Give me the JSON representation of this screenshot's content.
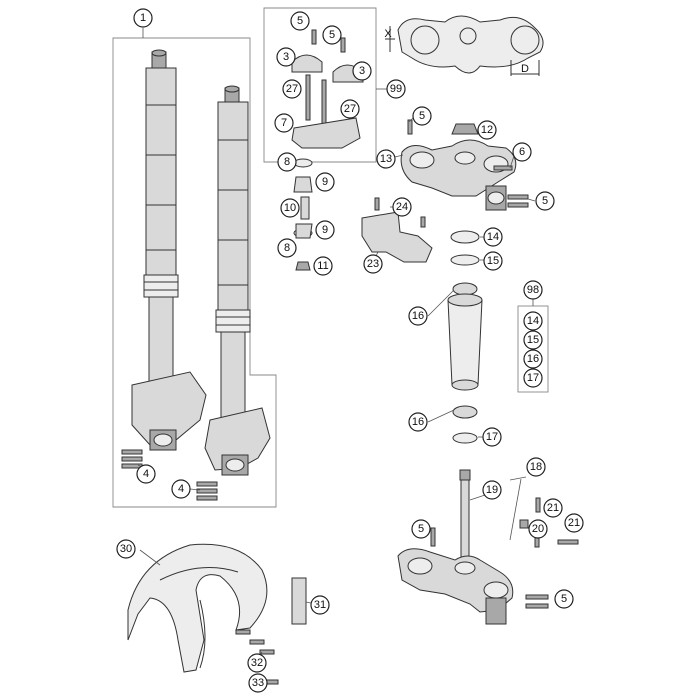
{
  "callouts": {
    "c1": "1",
    "c3a": "3",
    "c3b": "3",
    "c4a": "4",
    "c4b": "4",
    "c5a": "5",
    "c5b": "5",
    "c5c": "5",
    "c5d": "5",
    "c5e": "5",
    "c5f": "5",
    "c6": "6",
    "c7": "7",
    "c8a": "8",
    "c8b": "8",
    "c9a": "9",
    "c9b": "9",
    "c10": "10",
    "c11": "11",
    "c12": "12",
    "c13": "13",
    "c14a": "14",
    "c14b": "14",
    "c15a": "15",
    "c15b": "15",
    "c16a": "16",
    "c16b": "16",
    "c16c": "16",
    "c17a": "17",
    "c17b": "17",
    "c18": "18",
    "c19": "19",
    "c20": "20",
    "c21a": "21",
    "c21b": "21",
    "c23": "23",
    "c24": "24",
    "c27a": "27",
    "c27b": "27",
    "c30": "30",
    "c31": "31",
    "c32": "32",
    "c33": "33",
    "c98": "98",
    "c99": "99"
  },
  "dimension_labels": {
    "x": "X",
    "d": "D"
  }
}
